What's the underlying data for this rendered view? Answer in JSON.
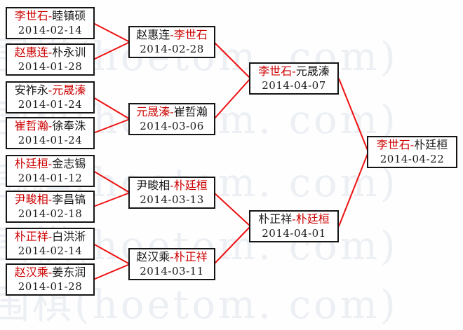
{
  "watermark": {
    "text": "围棋(hoetom. com)"
  },
  "colors": {
    "winner_red": "#cc0000",
    "connector_red": "#ee1111",
    "box_border": "#151515"
  },
  "bracket": {
    "separator": "-",
    "round1": [
      {
        "p1": "李世石",
        "p2": "睦镇硕",
        "date": "2014-02-14",
        "p1_win": true,
        "p2_win": false
      },
      {
        "p1": "赵惠连",
        "p2": "朴永训",
        "date": "2014-01-28",
        "p1_win": true,
        "p2_win": false
      },
      {
        "p1": "安祚永",
        "p2": "元晟溱",
        "date": "2014-01-24",
        "p1_win": false,
        "p2_win": true
      },
      {
        "p1": "崔哲瀚",
        "p2": "徐奉洙",
        "date": "2014-01-24",
        "p1_win": true,
        "p2_win": false
      },
      {
        "p1": "朴廷桓",
        "p2": "金志锡",
        "date": "2014-01-12",
        "p1_win": true,
        "p2_win": false
      },
      {
        "p1": "尹畯相",
        "p2": "李昌镐",
        "date": "2014-02-18",
        "p1_win": true,
        "p2_win": false
      },
      {
        "p1": "朴正祥",
        "p2": "白洪淅",
        "date": "2014-02-14",
        "p1_win": true,
        "p2_win": false
      },
      {
        "p1": "赵汉乘",
        "p2": "姜东润",
        "date": "2014-01-28",
        "p1_win": true,
        "p2_win": false
      }
    ],
    "round2": [
      {
        "p1": "赵惠连",
        "p2": "李世石",
        "date": "2014-02-28",
        "p1_win": false,
        "p2_win": true
      },
      {
        "p1": "元晟溱",
        "p2": "崔哲瀚",
        "date": "2014-03-06",
        "p1_win": true,
        "p2_win": false
      },
      {
        "p1": "尹畯相",
        "p2": "朴廷桓",
        "date": "2014-03-13",
        "p1_win": false,
        "p2_win": true
      },
      {
        "p1": "赵汉乘",
        "p2": "朴正祥",
        "date": "2014-03-11",
        "p1_win": false,
        "p2_win": true
      }
    ],
    "semifinals": [
      {
        "p1": "李世石",
        "p2": "元晟溱",
        "date": "2014-04-07",
        "p1_win": true,
        "p2_win": false
      },
      {
        "p1": "朴正祥",
        "p2": "朴廷桓",
        "date": "2014-04-01",
        "p1_win": false,
        "p2_win": true
      }
    ],
    "final": [
      {
        "p1": "李世石",
        "p2": "朴廷桓",
        "date": "2014-04-22",
        "p1_win": true,
        "p2_win": false
      }
    ]
  }
}
